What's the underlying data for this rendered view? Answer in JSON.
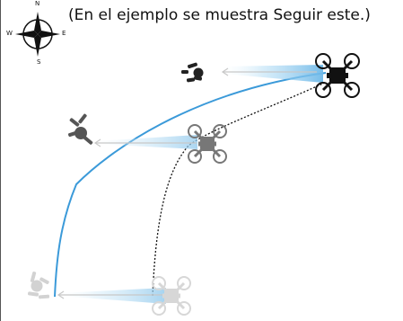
{
  "caption": "(En el ejemplo se muestra Seguir este.)",
  "compass": {
    "north": "N",
    "south": "S",
    "west": "W",
    "east": "E"
  },
  "icons": {
    "compass": "compass-icon",
    "person": "person-icon",
    "drone": "drone-icon"
  },
  "colors": {
    "subject_path": "#3b9ad9",
    "drone_path": "#111111",
    "beam": "#6fb9e8",
    "view_arrow": "#c8c8c8"
  }
}
